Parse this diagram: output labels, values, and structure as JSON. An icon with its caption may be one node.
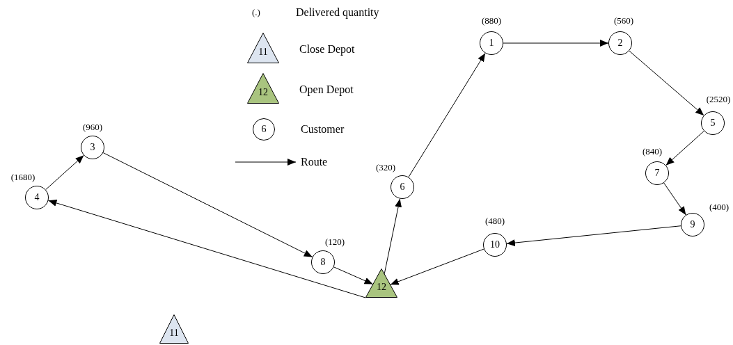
{
  "diagram": {
    "nodes": [
      {
        "text": [
          "1"
        ],
        "beside": [
          "(880)"
        ]
      },
      {
        "text": [
          "2"
        ],
        "beside": [
          "(560)"
        ]
      },
      {
        "text": [
          "3"
        ],
        "beside": [
          "(960)"
        ]
      },
      {
        "text": [
          "4"
        ],
        "beside": [
          "(1680)"
        ]
      },
      {
        "text": [
          "5"
        ],
        "beside": [
          "(2520)"
        ]
      },
      {
        "text": [
          "6"
        ],
        "beside": [
          "(320)"
        ]
      },
      {
        "text": [
          "7"
        ],
        "beside": [
          "(840)"
        ]
      },
      {
        "text": [
          "8"
        ],
        "beside": [
          "(120)"
        ]
      },
      {
        "text": [
          "9"
        ],
        "beside": [
          "(400)"
        ]
      },
      {
        "text": [
          "10"
        ],
        "beside": [
          "(480)"
        ]
      },
      {
        "text": [
          "12"
        ]
      },
      {
        "text": [
          "11"
        ]
      }
    ],
    "edges": [
      {
        "from": 10,
        "to": 5,
        "arrow": "to"
      },
      {
        "from": 5,
        "to": 0,
        "arrow": "to"
      },
      {
        "from": 0,
        "to": 1,
        "arrow": "to"
      },
      {
        "from": 1,
        "to": 4,
        "arrow": "to"
      },
      {
        "from": 4,
        "to": 6,
        "arrow": "to"
      },
      {
        "from": 6,
        "to": 8,
        "arrow": "to"
      },
      {
        "from": 8,
        "to": 9,
        "arrow": "to"
      },
      {
        "from": 9,
        "to": 10,
        "arrow": "to"
      },
      {
        "from": 10,
        "to": 3,
        "arrow": "to"
      },
      {
        "from": 3,
        "to": 2,
        "arrow": "to"
      },
      {
        "from": 2,
        "to": 7,
        "arrow": "to"
      },
      {
        "from": 7,
        "to": 10,
        "arrow": "to"
      }
    ],
    "labels": [
      "(.)",
      "11",
      "12",
      "6"
    ],
    "legend": [
      {
        "text": "Delivered quantity"
      },
      {
        "text": "Close Depot"
      },
      {
        "text": "Open Depot"
      },
      {
        "text": "Customer"
      },
      {
        "text": "Route"
      }
    ]
  }
}
